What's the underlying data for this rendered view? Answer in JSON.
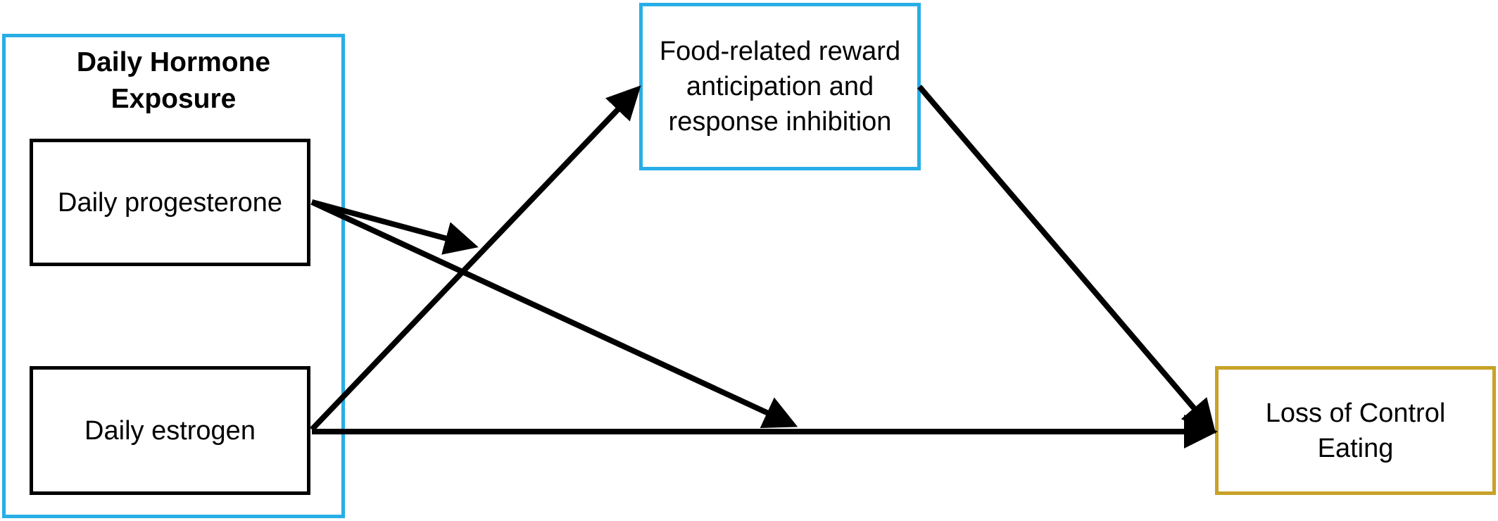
{
  "diagram": {
    "group": {
      "title": "Daily Hormone Exposure",
      "border_color": "#27aee6"
    },
    "nodes": {
      "progesterone": {
        "label": "Daily progesterone"
      },
      "estrogen": {
        "label": "Daily estrogen"
      },
      "mediator": {
        "label": "Food-related reward anticipation and response inhibition",
        "border_color": "#27aee6"
      },
      "outcome": {
        "label": "Loss of Control Eating",
        "border_color": "#c8a227"
      }
    },
    "edges": [
      {
        "from": "estrogen",
        "to": "mediator"
      },
      {
        "from": "mediator",
        "to": "outcome"
      },
      {
        "from": "estrogen",
        "to": "outcome"
      },
      {
        "from": "progesterone",
        "to": "path estrogen-mediator",
        "type": "moderation"
      },
      {
        "from": "progesterone",
        "to": "path estrogen-outcome",
        "type": "moderation"
      }
    ]
  }
}
